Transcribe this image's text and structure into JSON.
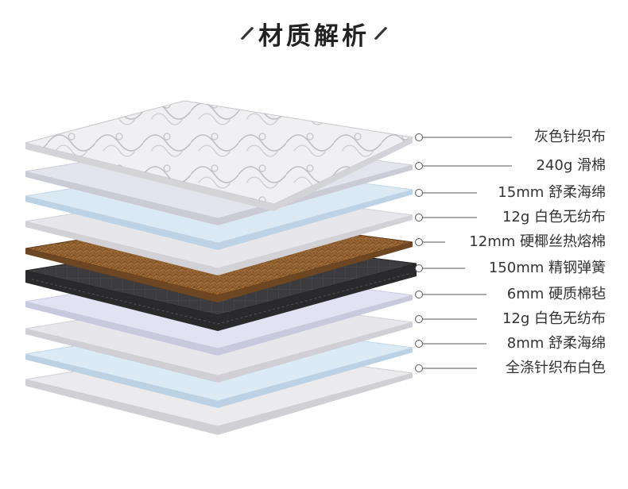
{
  "header": {
    "title": "材质解析"
  },
  "layers": [
    {
      "label": "灰色针织布",
      "color": "#e8e8ea"
    },
    {
      "label": "240g 滑棉",
      "color": "#e4e4ec"
    },
    {
      "label": "15mm 舒柔海绵",
      "color": "#dbe9f4"
    },
    {
      "label": "12g 白色无纺布",
      "color": "#e6e6ea"
    },
    {
      "label": "12mm 硬椰丝热熔棉",
      "color": "#8b5a2b"
    },
    {
      "label": "150mm 精钢弹簧",
      "color": "#3a3a3c"
    },
    {
      "label": "6mm 硬质棉毡",
      "color": "#e0e0f0"
    },
    {
      "label": "12g 白色无纺布",
      "color": "#e6e6ea"
    },
    {
      "label": "8mm 舒柔海绵",
      "color": "#dbe9f4"
    },
    {
      "label": "全涤针织布白色",
      "color": "#e6e6e8"
    }
  ]
}
